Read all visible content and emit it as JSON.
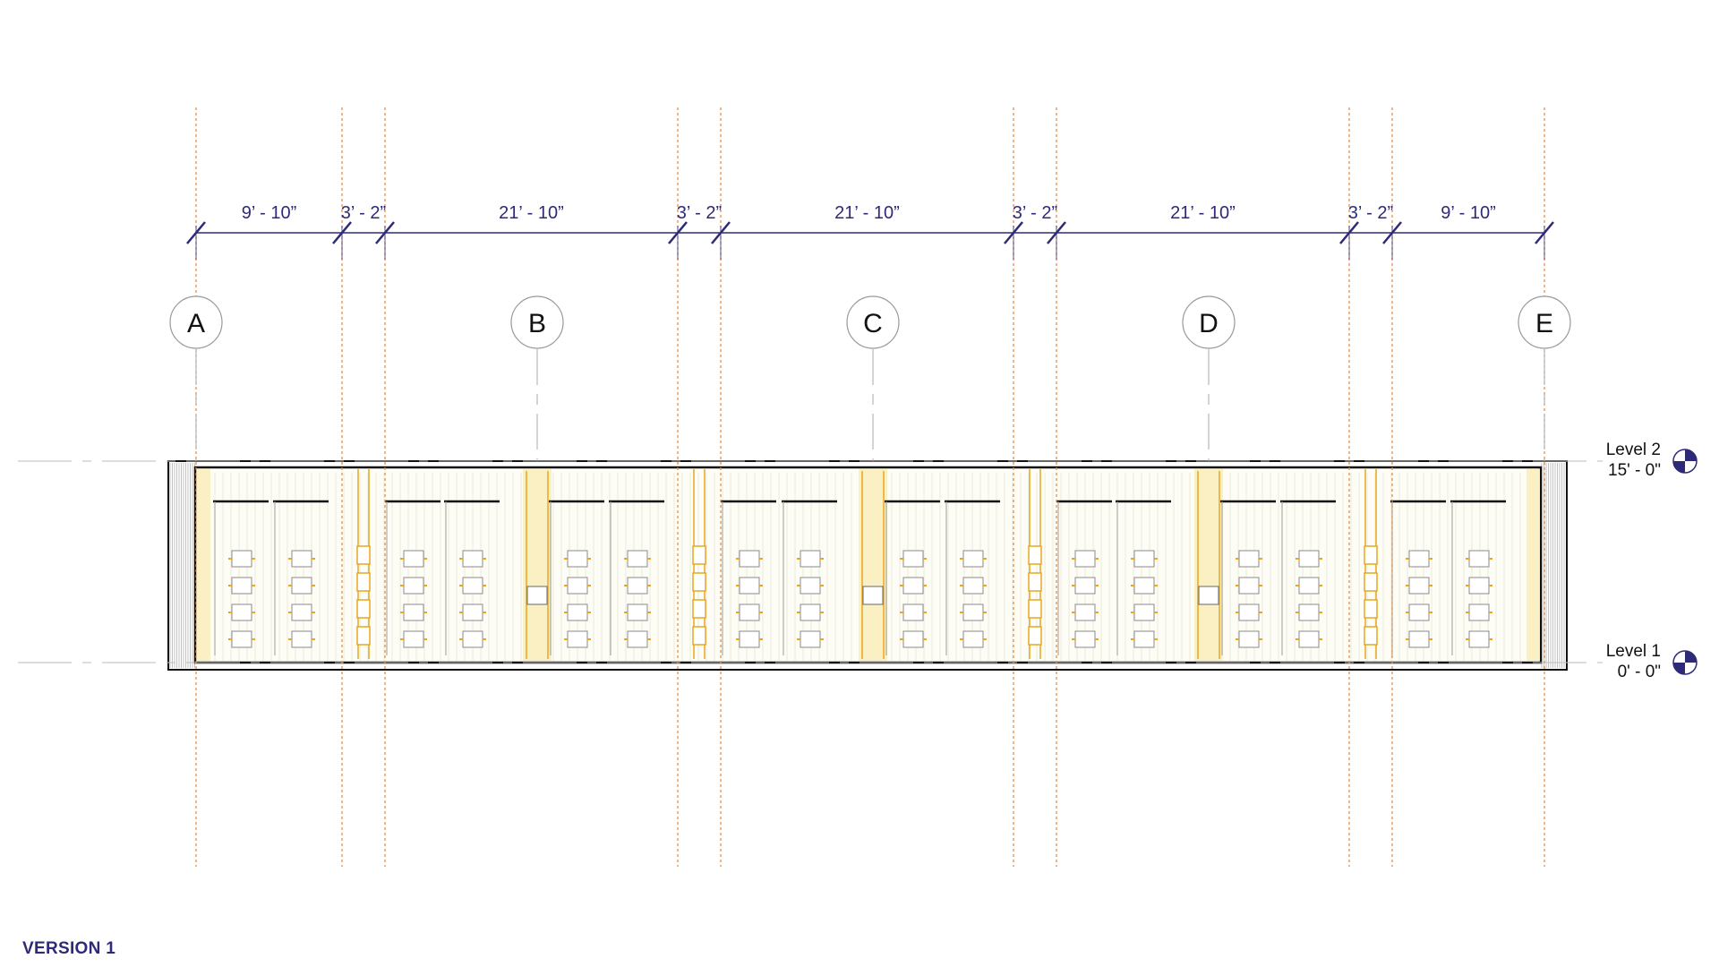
{
  "grids": [
    {
      "label": "A"
    },
    {
      "label": "B"
    },
    {
      "label": "C"
    },
    {
      "label": "D"
    },
    {
      "label": "E"
    }
  ],
  "dimensions": [
    {
      "label": "9’ - 10”"
    },
    {
      "label": "3’ - 2”"
    },
    {
      "label": "21’ - 10”"
    },
    {
      "label": "3’ - 2”"
    },
    {
      "label": "21’ - 10”"
    },
    {
      "label": "3’ - 2”"
    },
    {
      "label": "21’ - 10”"
    },
    {
      "label": "3’ - 2”"
    },
    {
      "label": "9’ - 10”"
    }
  ],
  "levels": [
    {
      "name": "Level 2",
      "elevation": "15' - 0\""
    },
    {
      "name": "Level 1",
      "elevation": "0' - 0\""
    }
  ],
  "version_label": "VERSION 1",
  "colors": {
    "dimension": "#2e2a78",
    "gridline": "#d88a4a",
    "highlight": "#fbf0c4",
    "fixture": "#e6a821",
    "outline": "#111111"
  }
}
